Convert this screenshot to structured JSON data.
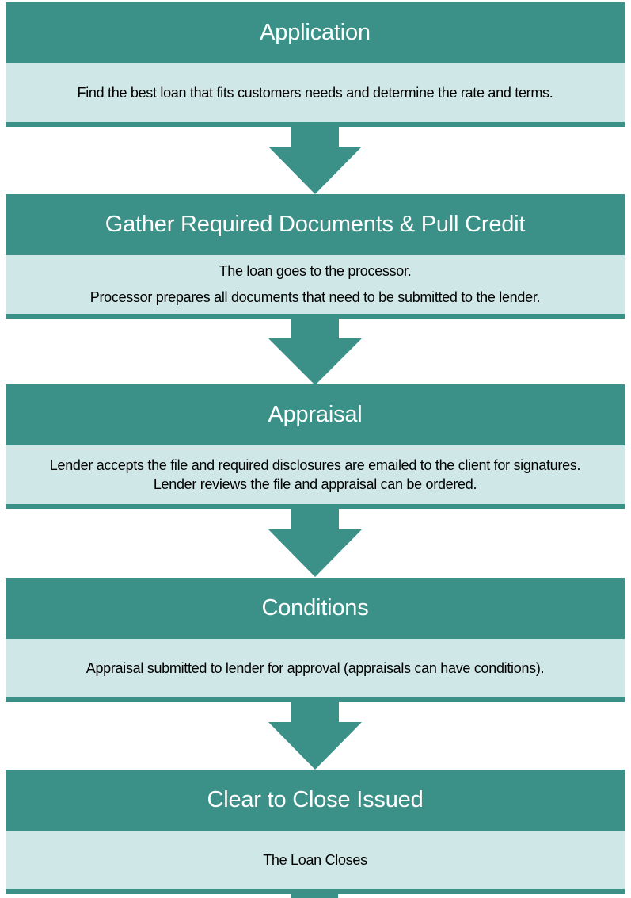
{
  "colors": {
    "header_bg": "#3b9188",
    "body_bg": "#cfe7e6",
    "header_text": "#ffffff",
    "body_text": "#000000"
  },
  "steps": [
    {
      "title": "Application",
      "lines": [
        "Find the best loan that fits customers needs and determine the rate and terms."
      ]
    },
    {
      "title": "Gather Required Documents & Pull Credit",
      "lines": [
        "The loan goes to the processor.",
        "Processor prepares all documents that need to be submitted to the lender."
      ]
    },
    {
      "title": "Appraisal",
      "lines": [
        "Lender accepts the file and required disclosures are emailed to the client for signatures. Lender reviews the file and appraisal can be ordered."
      ]
    },
    {
      "title": "Conditions",
      "lines": [
        "Appraisal submitted to lender for approval (appraisals can have conditions)."
      ]
    },
    {
      "title": "Clear to Close Issued",
      "lines": [
        "The Loan Closes"
      ]
    }
  ],
  "connectors": [
    {
      "from": "Application",
      "to": "Gather Required Documents & Pull Credit",
      "icon": "down-arrow-icon"
    },
    {
      "from": "Gather Required Documents & Pull Credit",
      "to": "Appraisal",
      "icon": "down-arrow-icon"
    },
    {
      "from": "Appraisal",
      "to": "Conditions",
      "icon": "down-arrow-icon"
    },
    {
      "from": "Conditions",
      "to": "Clear to Close Issued",
      "icon": "down-arrow-icon"
    }
  ]
}
